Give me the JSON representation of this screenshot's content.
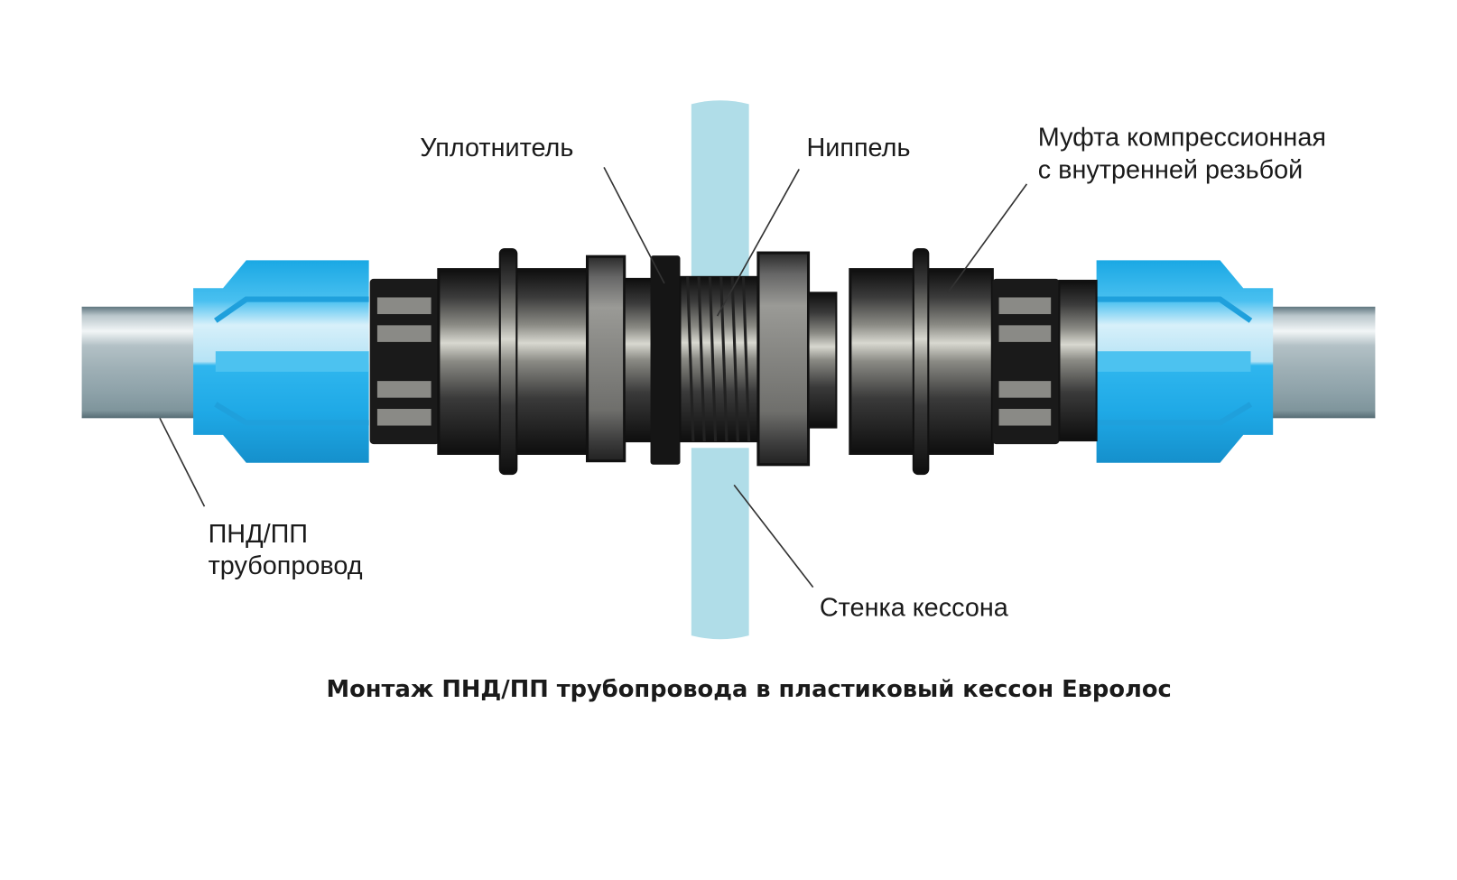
{
  "labels": {
    "gasket": "Уплотнитель",
    "nipple": "Ниппель",
    "coupling_line1": "Муфта компрессионная",
    "coupling_line2": "с внутренней резьбой",
    "pipe_line1": "ПНД/ПП",
    "pipe_line2": "трубопровод",
    "wall": "Стенка кессона"
  },
  "caption": "Монтаж ПНД/ПП трубопровода в пластиковый кессон Евролос",
  "colors": {
    "wall": "#b0dde8",
    "fitting_blue": "#1fb0ea",
    "fitting_light": "#5cc8f2",
    "pipe_gray": "#a9b7bd",
    "metal_dark": "#1c1c1c"
  }
}
